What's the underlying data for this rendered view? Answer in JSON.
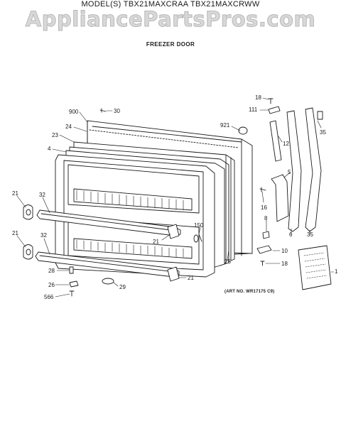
{
  "header": {
    "model_line": "MODEL(S) TBX21MAXCRAA  TBX21MAXCRWW",
    "watermark": "AppliancePartsPros.com",
    "subtitle": "FREEZER DOOR"
  },
  "art_number": "(ART NO. WR17175 C9)",
  "callouts": {
    "c18a": "18",
    "c111": "111",
    "c900": "900",
    "c30": "30",
    "c921": "921",
    "c24": "24",
    "c35a": "35",
    "c23": "23",
    "c12": "12",
    "c4": "4",
    "c5": "5",
    "c21a": "21",
    "c32a": "32",
    "c16": "16",
    "c8": "8",
    "c150": "150",
    "c6": "6",
    "c35b": "35",
    "c21b": "21",
    "c21c": "21",
    "c32b": "32",
    "c10": "10",
    "c25": "25",
    "c18b": "18",
    "c1": "1",
    "c28": "28",
    "c21d": "21",
    "c26": "26",
    "c29": "29",
    "c566": "566"
  }
}
